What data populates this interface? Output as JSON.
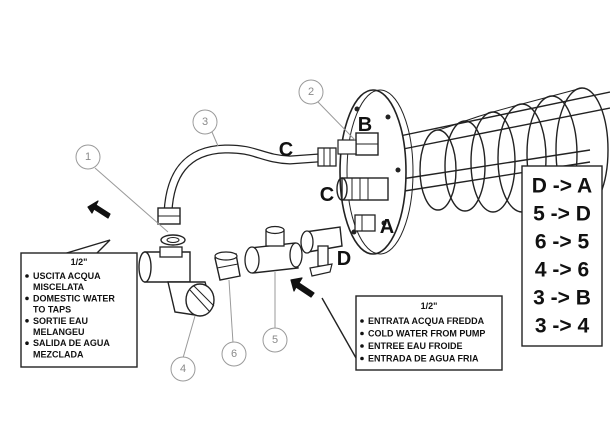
{
  "callouts": {
    "c1": "1",
    "c2": "2",
    "c3": "3",
    "c4": "4",
    "c5": "5",
    "c6": "6"
  },
  "letters": {
    "c_upper": "C",
    "b": "B",
    "c_lower": "C",
    "a": "A",
    "d": "D"
  },
  "left_note": {
    "title": "1/2\"",
    "lines": [
      "USCITA ACQUA",
      "MISCELATA",
      "DOMESTIC WATER",
      "TO TAPS",
      "SORTIE EAU",
      "MELANGEU",
      "SALIDA DE AGUA",
      "MEZCLADA"
    ]
  },
  "right_note": {
    "title": "1/2\"",
    "lines": [
      "ENTRATA ACQUA FREDDA",
      "COLD WATER FROM PUMP",
      "ENTREE EAU FROIDE",
      "ENTRADA DE AGUA FRIA"
    ]
  },
  "mapping": [
    "D -> A",
    "5 -> D",
    "6 -> 5",
    "4 -> 6",
    "3 -> B",
    "3 -> 4"
  ]
}
